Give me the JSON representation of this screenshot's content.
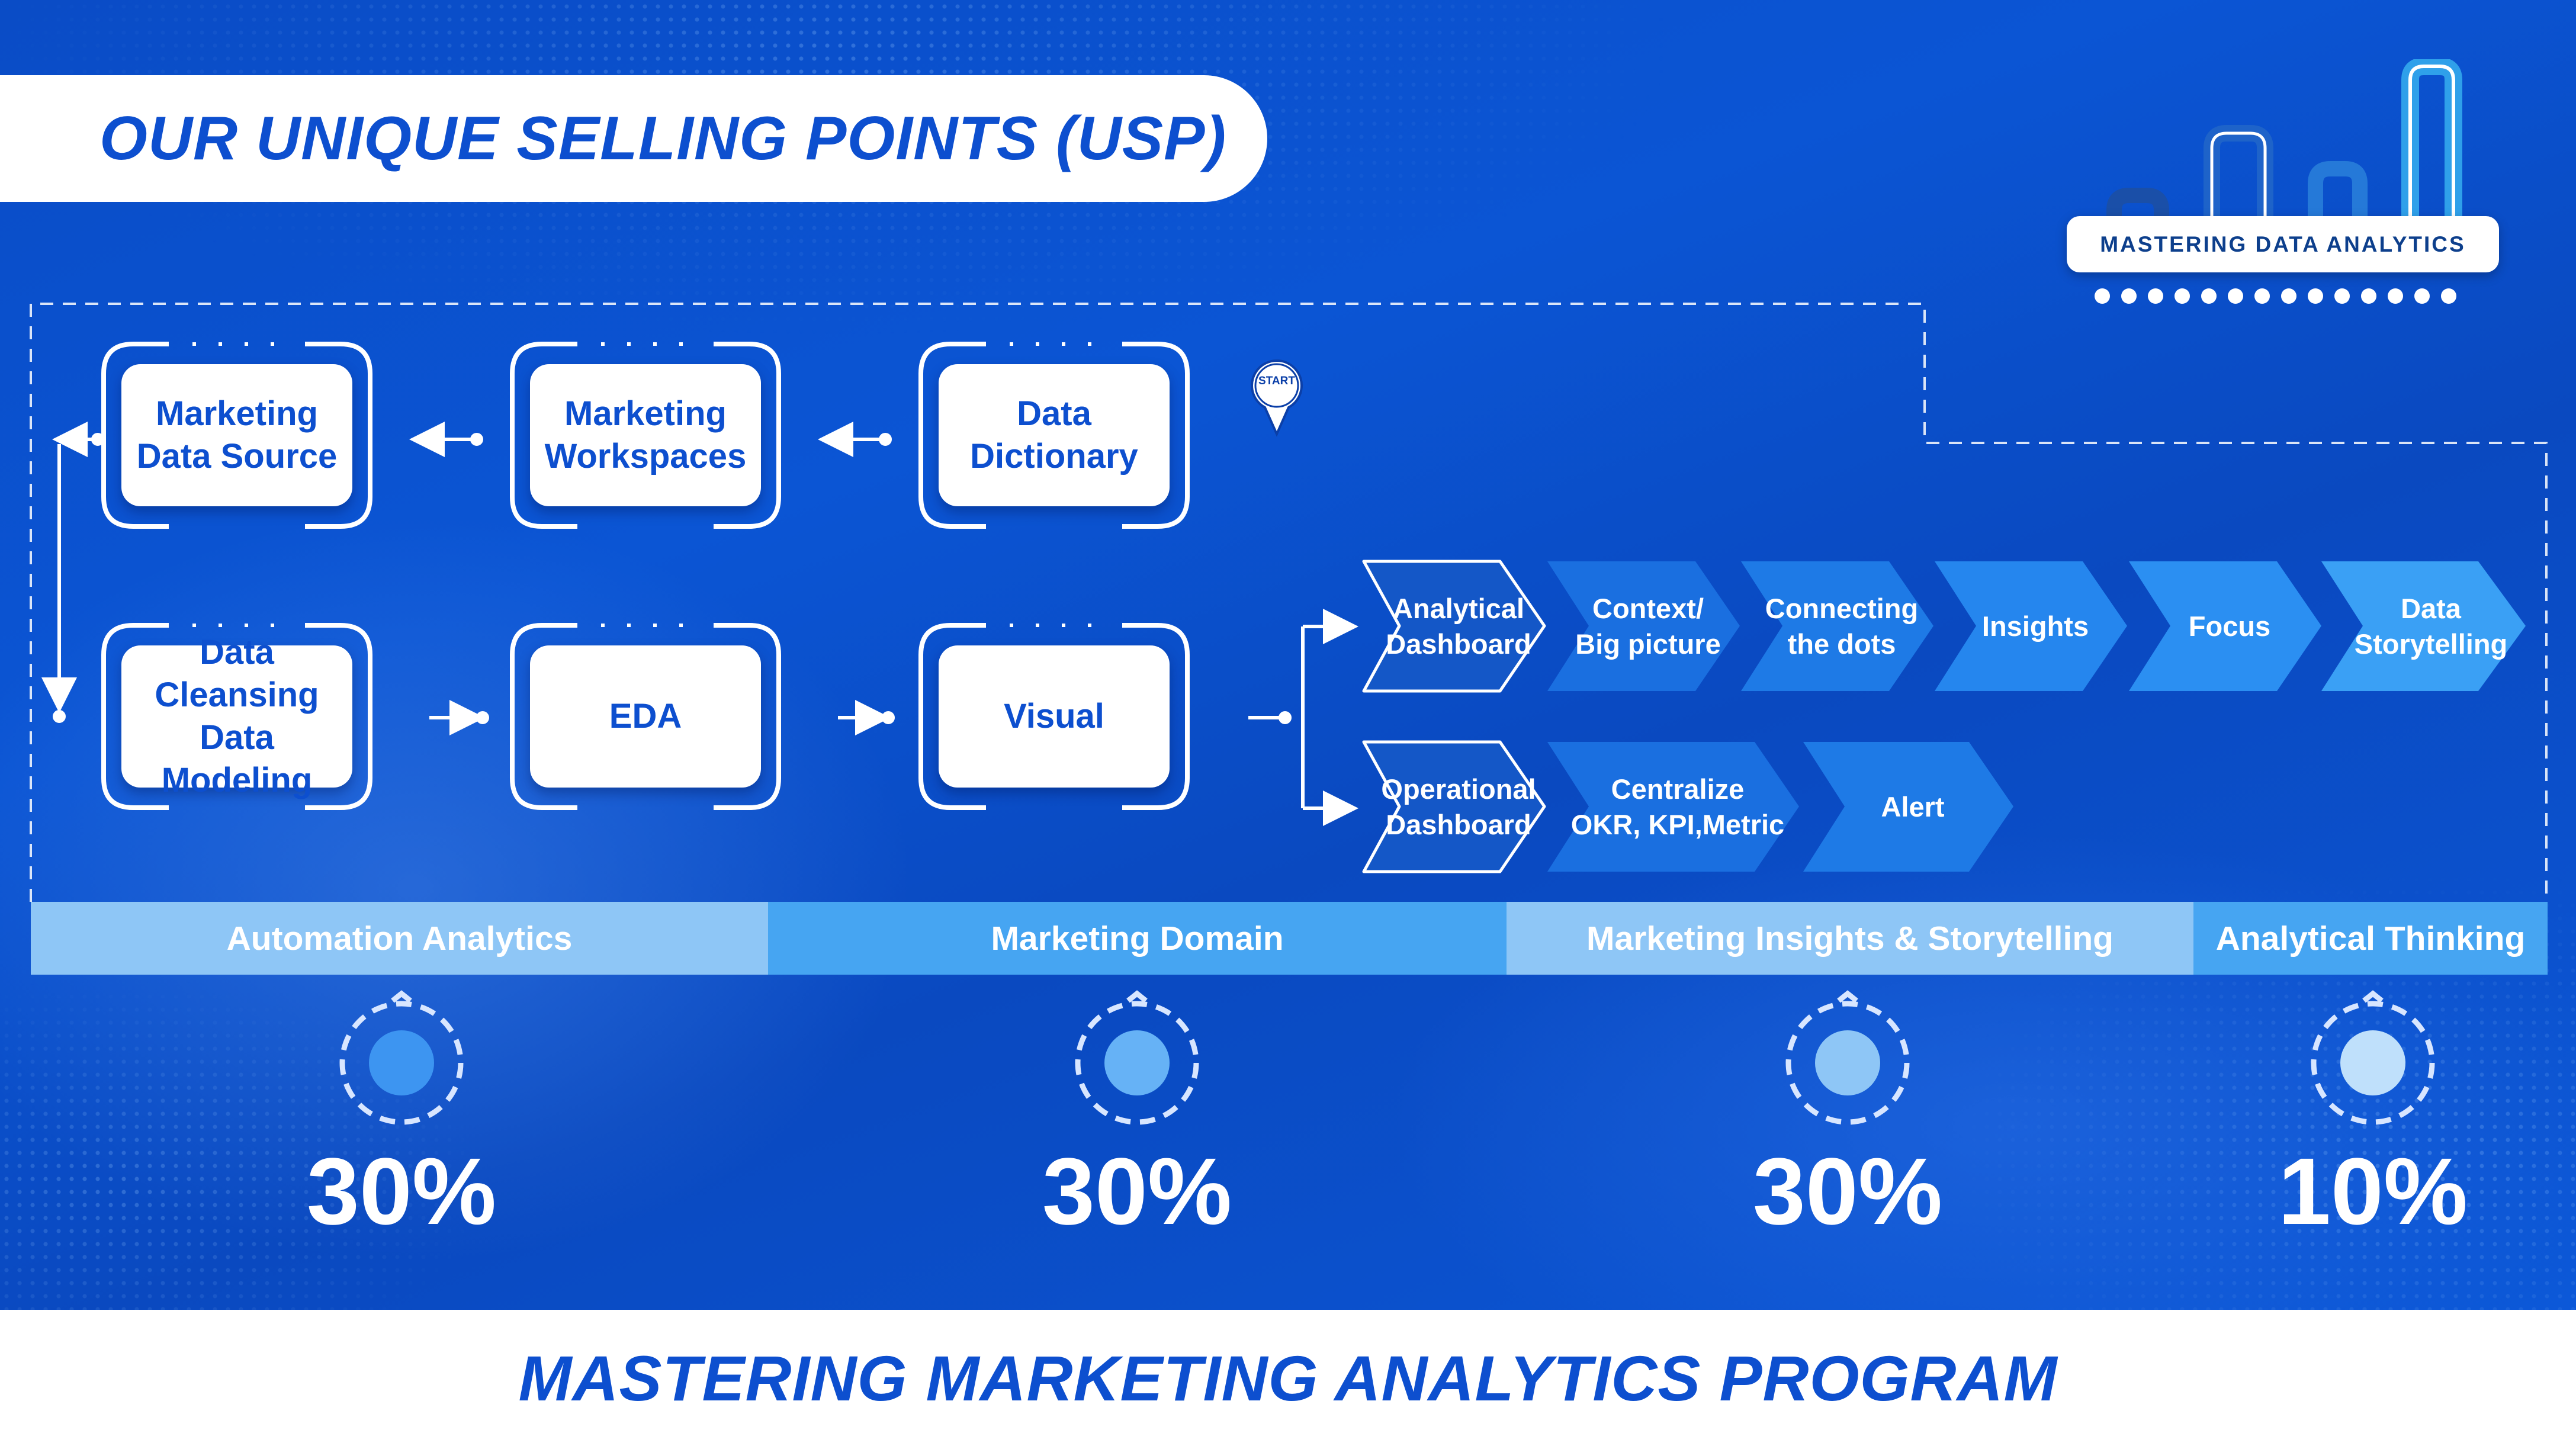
{
  "header": {
    "title": "OUR UNIQUE SELLING POINTS (USP)"
  },
  "logo": {
    "text": "MASTERING DATA ANALYTICS",
    "icon": "bar-chart-icon"
  },
  "flow": {
    "start_label": "START",
    "row1": [
      {
        "line1": "Marketing",
        "line2": "Data Source"
      },
      {
        "line1": "Marketing",
        "line2": "Workspaces"
      },
      {
        "line1": "Data",
        "line2": "Dictionary"
      }
    ],
    "row2": [
      {
        "line1": "Data Cleansing",
        "line2": "Data Modeling"
      },
      {
        "line1": "EDA",
        "line2": ""
      },
      {
        "line1": "Visual",
        "line2": ""
      }
    ]
  },
  "analytical_path": [
    {
      "line1": "Analytical",
      "line2": "Dashboard"
    },
    {
      "line1": "Context/",
      "line2": "Big picture"
    },
    {
      "line1": "Connecting",
      "line2": "the dots"
    },
    {
      "line1": "Insights",
      "line2": ""
    },
    {
      "line1": "Focus",
      "line2": ""
    },
    {
      "line1": "Data",
      "line2": "Storytelling"
    }
  ],
  "operational_path": [
    {
      "line1": "Operational",
      "line2": "Dashboard"
    },
    {
      "line1": "Centralize",
      "line2": "OKR, KPI,Metric"
    },
    {
      "line1": "Alert",
      "line2": ""
    }
  ],
  "categories": [
    {
      "label": "Automation Analytics",
      "percent": "30%",
      "color": "#8ec6f6"
    },
    {
      "label": "Marketing Domain",
      "percent": "30%",
      "color": "#46a5f2"
    },
    {
      "label": "Marketing Insights & Storytelling",
      "percent": "30%",
      "color": "#8ec6f6"
    },
    {
      "label": "Analytical Thinking",
      "percent": "10%",
      "color": "#46a5f2"
    }
  ],
  "footer": {
    "title": "MASTERING MARKETING ANALYTICS PROGRAM"
  },
  "colors": {
    "brand_blue": "#0d4fcf",
    "background": "#0a4cc6"
  }
}
